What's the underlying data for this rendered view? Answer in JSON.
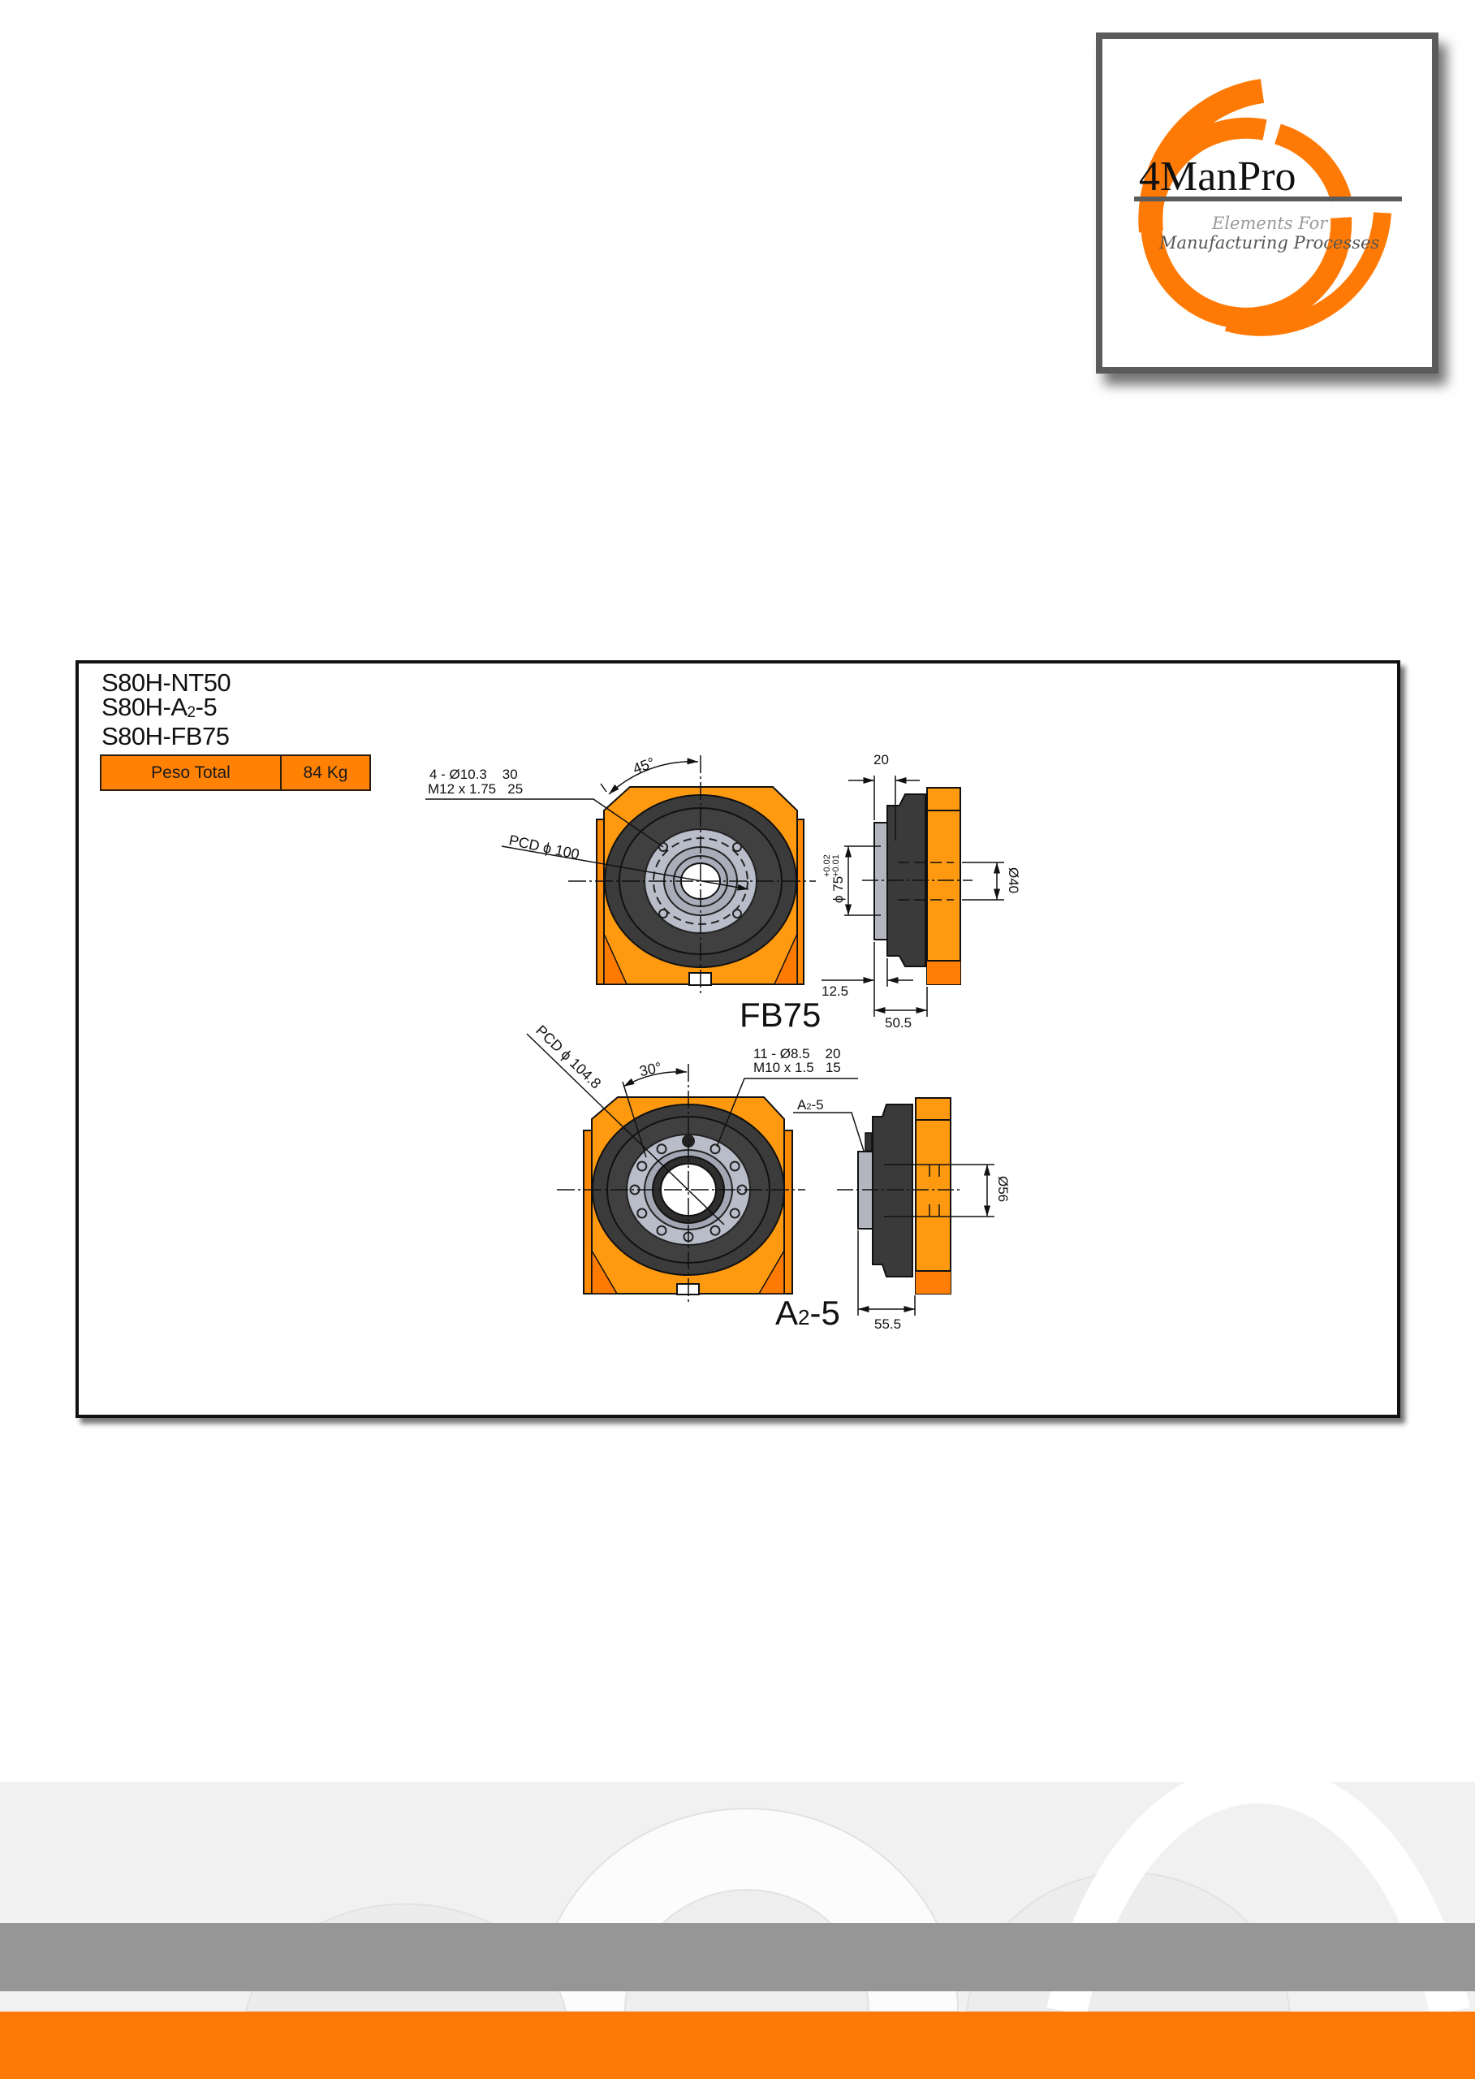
{
  "logo": {
    "brand": "4ManPro",
    "tagline_1": "Elements For",
    "tagline_2": "Manufacturing Processes"
  },
  "spec": {
    "models": [
      {
        "prefix": "S80H-NT50",
        "sub": "",
        "suffix": ""
      },
      {
        "prefix": "S80H-A",
        "sub": "2",
        "suffix": "-5"
      },
      {
        "prefix": "S80H-FB75",
        "sub": "",
        "suffix": ""
      }
    ],
    "weight_label": "Peso Total",
    "weight_value": "84 Kg"
  },
  "drawing_fb75": {
    "title": "FB75",
    "holes_line1": "4 - Ø10.3    30",
    "holes_line2": "M12 x 1.75   25",
    "angle": "45°",
    "pcd": "PCD ϕ 100",
    "dim_width": "20",
    "dim_pilot": "ϕ 75",
    "dim_pilot_tol_upper": "+0.02",
    "dim_pilot_tol_lower": "+0.01",
    "dim_bore": "Ø40",
    "dim_offset": "12.5",
    "dim_length": "50.5"
  },
  "drawing_a25": {
    "title_prefix": "A",
    "title_sub": "2",
    "title_suffix": "-5",
    "holes_line1": "11 - Ø8.5    20",
    "holes_line2": "M10 x 1.5   15",
    "angle": "30°",
    "pcd": "PCD ϕ 104.8",
    "callout_prefix": "A",
    "callout_sub": "2",
    "callout_suffix": "-5",
    "dim_bore": "Ø56",
    "dim_length": "55.5"
  },
  "colors": {
    "brand_orange": "#ff7a05",
    "body_orange": "#ff9a10",
    "footer_gray": "#969696",
    "frame_border": "#111111"
  }
}
